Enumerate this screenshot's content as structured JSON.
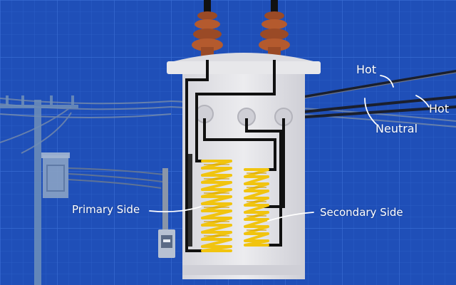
{
  "labels": {
    "hot_left": "Hot",
    "hot_right": "Hot",
    "neutral": "Neutral",
    "primary": "Primary Side",
    "secondary": "Secondary Side"
  },
  "colors": {
    "background": "#1f4fb8",
    "grid_major": "#3a6fd6",
    "grid_minor": "#2d5fc9",
    "tank": "#e4e4e7",
    "tank_shadow": "#c8c8cf",
    "insulator": "#9a4a26",
    "insulator_light": "#c06a3a",
    "coil": "#f1c40f",
    "coil_dark": "#d4a20b",
    "wire": "#111111",
    "pole": "#6f8fb8",
    "faint_wire": "#7d8fa8",
    "callout": "#ffffff"
  },
  "icons": {
    "pole": "utility-pole-icon",
    "meter": "electric-meter-icon",
    "panel": "breaker-panel-icon"
  }
}
